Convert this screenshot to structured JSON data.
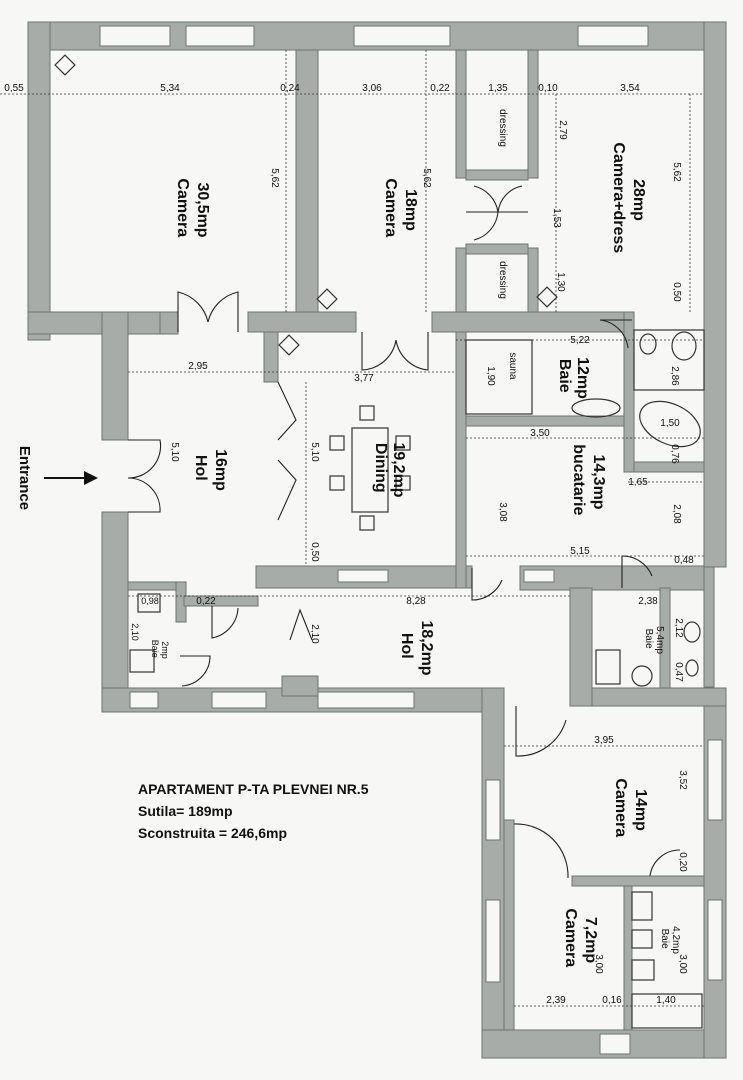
{
  "rooms": {
    "camera_big": {
      "name": "Camera",
      "area": "30,5mp"
    },
    "camera_18": {
      "name": "Camera",
      "area": "18mp"
    },
    "camera_dress": {
      "name": "Camera+dress",
      "area": "28mp"
    },
    "dressing_top": "dressing",
    "dressing_bottom": "dressing",
    "hol_16": {
      "name": "Hol",
      "area": "16mp"
    },
    "dining": {
      "name": "Dining",
      "area": "19,2mp"
    },
    "baie_12": {
      "name": "Baie",
      "area": "12mp"
    },
    "sauna": "sauna",
    "bucatarie": {
      "name": "bucatarie",
      "area": "14,3mp"
    },
    "hol_18": {
      "name": "Hol",
      "area": "18,2mp"
    },
    "baie_small": {
      "name": "Baie",
      "area": "2mp"
    },
    "baie_54": {
      "name": "Baie",
      "area": "5,4mp"
    },
    "camera_14": {
      "name": "Camera",
      "area": "14mp"
    },
    "baie_42": {
      "name": "Baie",
      "area": "4,2mp"
    },
    "camera_72": {
      "name": "Camera",
      "area": "7,2mp"
    }
  },
  "dimensions": {
    "d055": "0,55",
    "d534": "5,34",
    "d024": "0,24",
    "d306": "3,06",
    "d022a": "0,22",
    "d135": "1,35",
    "d010": "0,10",
    "d354": "3,54",
    "d279": "2,79",
    "d562a": "5,62",
    "d562b": "5,62",
    "d562c": "5,62",
    "d153": "1,53",
    "d130": "1,30",
    "d050a": "0,50",
    "d522": "5,22",
    "d295": "2,95",
    "d377": "3,77",
    "d190": "1,90",
    "d286": "2,86",
    "d150": "1,50",
    "d076": "0,76",
    "d510a": "5,10",
    "d510b": "5,10",
    "d350": "3,50",
    "d165": "1,65",
    "d208": "2,08",
    "d308": "3,08",
    "d515": "5,15",
    "d048": "0,48",
    "d050b": "0,50",
    "d098": "0,98",
    "d022b": "0,22",
    "d828": "8,28",
    "d238": "2,38",
    "d210a": "2,10",
    "d210b": "2,10",
    "d212": "2,12",
    "d047": "0,47",
    "d395": "3,95",
    "d352": "3,52",
    "d020": "0,20",
    "d300a": "3,00",
    "d300b": "3,00",
    "d239": "2,39",
    "d016": "0,16",
    "d140": "1,40"
  },
  "entrance": "Entrance",
  "title": {
    "line1": "APARTAMENT P-TA PLEVNEI NR.5",
    "line2": "Sutila= 189mp",
    "line3": "Sconstruita = 246,6mp"
  }
}
